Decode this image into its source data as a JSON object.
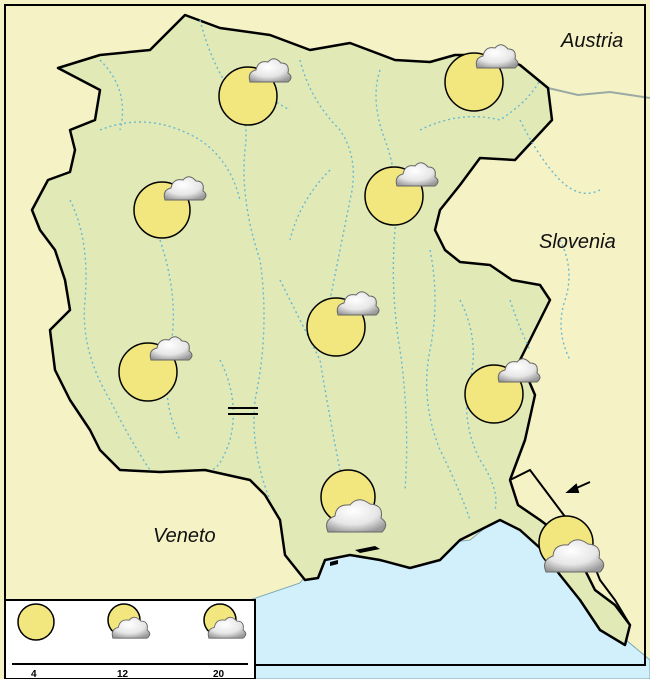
{
  "map": {
    "labels": {
      "austria": "Austria",
      "slovenia": "Slovenia",
      "veneto": "Veneto"
    },
    "colors": {
      "land": "#f5f2c5",
      "region": "#e1eab6",
      "sea": "#d2f0fb",
      "border": "#000000",
      "rivers": "#68b8d2",
      "sun": "#f2e77e",
      "cloud": "#e6e6e6"
    },
    "forecast_points": [
      {
        "icon": "sun-small-cloud"
      },
      {
        "icon": "sun-small-cloud"
      },
      {
        "icon": "sun-small-cloud"
      },
      {
        "icon": "sun-small-cloud"
      },
      {
        "icon": "sun-small-cloud"
      },
      {
        "icon": "sun-small-cloud"
      },
      {
        "icon": "sun-small-cloud"
      },
      {
        "icon": "sun-big-cloud"
      },
      {
        "icon": "sun-big-cloud"
      }
    ]
  },
  "legend": {
    "items": [
      {
        "icon": "sun",
        "label": "4"
      },
      {
        "icon": "sun-cloud",
        "label": "12"
      },
      {
        "icon": "sun-cloud",
        "label": "20"
      }
    ]
  }
}
